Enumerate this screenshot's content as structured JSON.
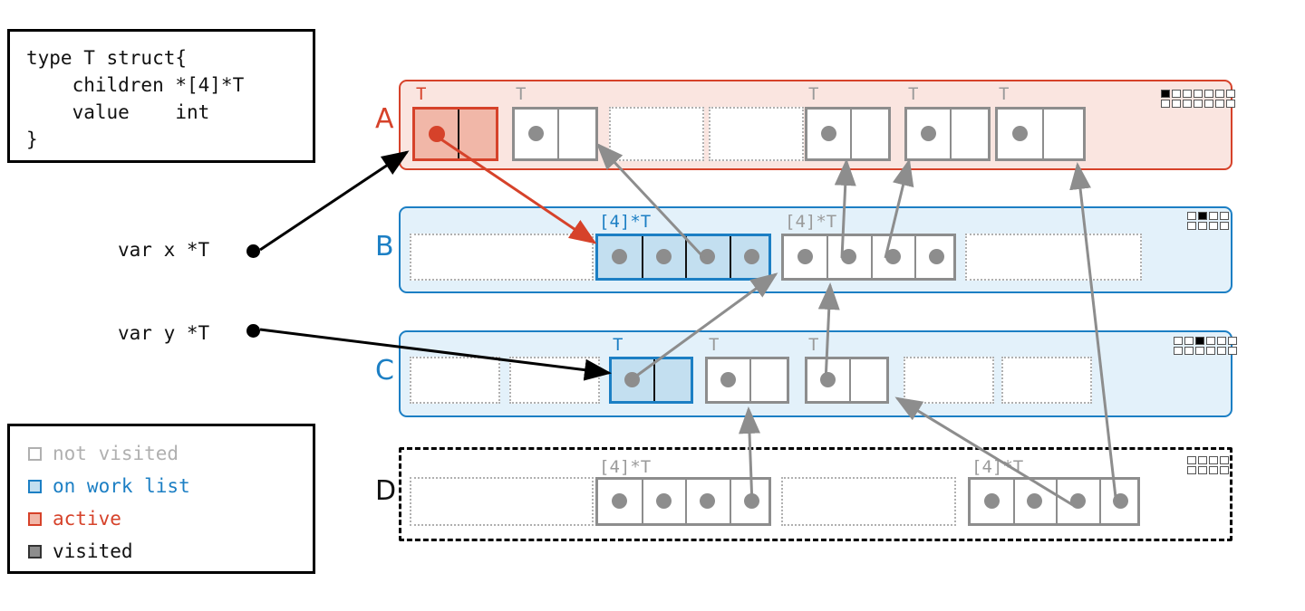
{
  "code_box": {
    "name": "type-definition",
    "text": "type T struct{\n    children *[4]*T\n    value    int\n}"
  },
  "legend": {
    "title": "legend",
    "items": [
      {
        "label": "not visited",
        "color": "#b0b0b0",
        "fill": "#ffffff"
      },
      {
        "label": "on work list",
        "color": "#1c7fc4",
        "fill": "#c3dff0"
      },
      {
        "label": "active",
        "color": "#d6422a",
        "fill": "#f1b7a8"
      },
      {
        "label": "visited",
        "color": "#333333",
        "fill": "#8d8d8d"
      }
    ]
  },
  "variables": [
    {
      "name": "var-x",
      "label": "var x *T"
    },
    {
      "name": "var-y",
      "label": "var y *T"
    }
  ],
  "colors": {
    "active_red": "#d6422a",
    "active_red_fill": "#f1b7a8",
    "region_red_fill": "#fae5e0",
    "worklist_blue": "#1c7fc4",
    "worklist_blue_fill": "#c3dff0",
    "region_blue_fill": "#e3f1fa",
    "not_visited_gray": "#b0b0b0",
    "visited_gray": "#8d8d8d",
    "black": "#000000"
  },
  "regions": [
    {
      "letter": "A",
      "state": "active",
      "border_color": "#d6422a",
      "fill_color": "#fae5e0",
      "border_style": "solid",
      "meter": {
        "cols": 7,
        "rows": 2,
        "filled_index": 0
      },
      "blocks": [
        {
          "type_label": "T",
          "label_color": "#d6422a",
          "style": "red",
          "cells": 2,
          "dots": [
            0
          ]
        },
        {
          "type_label": "T",
          "label_color": "#9a9a9a",
          "style": "solid",
          "cells": 2,
          "dots": [
            0
          ]
        },
        {
          "type_label": "",
          "label_color": "",
          "style": "empty",
          "cells": 0,
          "dots": []
        },
        {
          "type_label": "",
          "label_color": "",
          "style": "empty",
          "cells": 0,
          "dots": []
        },
        {
          "type_label": "T",
          "label_color": "#9a9a9a",
          "style": "solid",
          "cells": 2,
          "dots": [
            0
          ]
        },
        {
          "type_label": "T",
          "label_color": "#9a9a9a",
          "style": "solid",
          "cells": 2,
          "dots": [
            0
          ]
        },
        {
          "type_label": "T",
          "label_color": "#9a9a9a",
          "style": "solid",
          "cells": 2,
          "dots": [
            0
          ]
        }
      ]
    },
    {
      "letter": "B",
      "state": "on work list",
      "border_color": "#1c7fc4",
      "fill_color": "#e3f1fa",
      "border_style": "solid",
      "meter": {
        "cols": 4,
        "rows": 2,
        "filled_index": 1
      },
      "blocks": [
        {
          "type_label": "",
          "label_color": "",
          "style": "empty",
          "cells": 0,
          "dots": []
        },
        {
          "type_label": "[4]*T",
          "label_color": "#1c7fc4",
          "style": "blue",
          "cells": 4,
          "dots": [
            0,
            1,
            2,
            3
          ]
        },
        {
          "type_label": "[4]*T",
          "label_color": "#9a9a9a",
          "style": "solid",
          "cells": 4,
          "dots": [
            0,
            1,
            2,
            3
          ]
        },
        {
          "type_label": "",
          "label_color": "",
          "style": "empty",
          "cells": 0,
          "dots": []
        }
      ]
    },
    {
      "letter": "C",
      "state": "on work list",
      "border_color": "#1c7fc4",
      "fill_color": "#e3f1fa",
      "border_style": "solid",
      "meter": {
        "cols": 6,
        "rows": 2,
        "filled_index": 2
      },
      "blocks": [
        {
          "type_label": "",
          "label_color": "",
          "style": "empty",
          "cells": 0,
          "dots": []
        },
        {
          "type_label": "",
          "label_color": "",
          "style": "empty",
          "cells": 0,
          "dots": []
        },
        {
          "type_label": "T",
          "label_color": "#1c7fc4",
          "style": "blue",
          "cells": 2,
          "dots": [
            0
          ]
        },
        {
          "type_label": "T",
          "label_color": "#9a9a9a",
          "style": "solid",
          "cells": 2,
          "dots": [
            0
          ]
        },
        {
          "type_label": "T",
          "label_color": "#9a9a9a",
          "style": "solid",
          "cells": 2,
          "dots": [
            0
          ]
        },
        {
          "type_label": "",
          "label_color": "",
          "style": "empty",
          "cells": 0,
          "dots": []
        },
        {
          "type_label": "",
          "label_color": "",
          "style": "empty",
          "cells": 0,
          "dots": []
        }
      ]
    },
    {
      "letter": "D",
      "state": "not visited",
      "border_color": "#000000",
      "fill_color": "#ffffff",
      "border_style": "dashed",
      "meter": {
        "cols": 4,
        "rows": 2,
        "filled_index": -1
      },
      "blocks": [
        {
          "type_label": "",
          "label_color": "",
          "style": "empty",
          "cells": 0,
          "dots": []
        },
        {
          "type_label": "[4]*T",
          "label_color": "#9a9a9a",
          "style": "solid",
          "cells": 4,
          "dots": [
            0,
            1,
            2,
            3
          ]
        },
        {
          "type_label": "",
          "label_color": "",
          "style": "empty",
          "cells": 0,
          "dots": []
        },
        {
          "type_label": "[4]*T",
          "label_color": "#9a9a9a",
          "style": "solid",
          "cells": 4,
          "dots": [
            0,
            1,
            2,
            3
          ]
        }
      ]
    }
  ],
  "arrows": {
    "var_x_to_a": {
      "name": "var-x-pointer-arrow",
      "color": "#000000"
    },
    "var_y_to_c": {
      "name": "var-y-pointer-arrow",
      "color": "#000000"
    },
    "active_a_to_b": {
      "name": "active-children-arrow",
      "color": "#d6422a"
    },
    "heap_refs_color": "#8d8d8d"
  }
}
